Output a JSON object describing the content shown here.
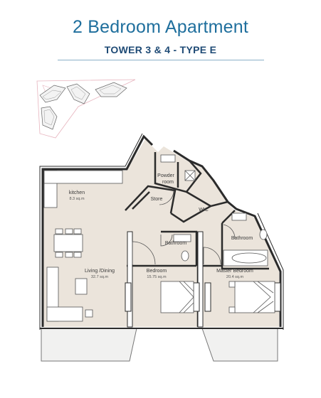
{
  "header": {
    "title": "2 Bedroom Apartment",
    "subtitle": "TOWER 3 & 4 - TYPE E"
  },
  "colors": {
    "title": "#1f6f9d",
    "subtitle": "#1e4a75",
    "floor": "#ebe4db",
    "wall": "#2b2b2b",
    "key_plan": "#e9b7c0"
  },
  "rooms": {
    "kitchen": {
      "name": "kitchen",
      "area": "8.3 sq.m"
    },
    "powder_room": {
      "name": "Powder\nroom"
    },
    "store": {
      "name": "Store"
    },
    "wic": {
      "name": "WIC"
    },
    "bathroom_1": {
      "name": "Bathroom"
    },
    "bathroom_2": {
      "name": "Bathroom"
    },
    "living": {
      "name": "Living /Dining",
      "area": "32.7 sq.m"
    },
    "bedroom": {
      "name": "Bedroom",
      "area": "15.75 sq.m"
    },
    "master": {
      "name": "Master Bedroom",
      "area": "20.4 sq.m"
    }
  }
}
